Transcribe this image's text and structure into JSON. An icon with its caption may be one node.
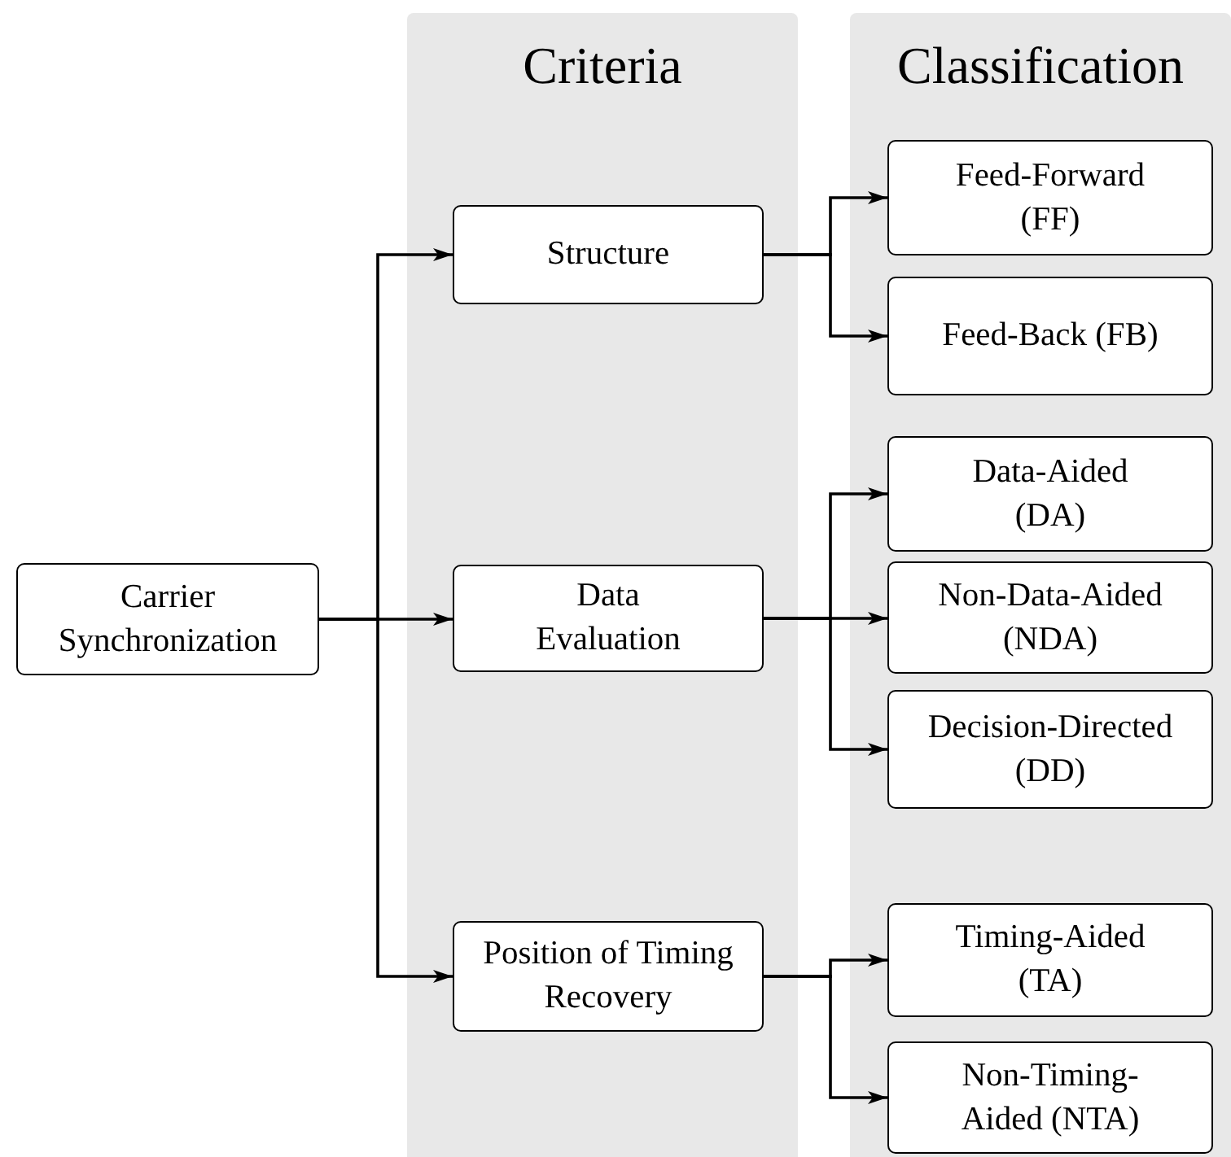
{
  "diagram": {
    "nodes": [
      {
        "text": [
          "Carrier Synchronization"
        ]
      },
      {
        "text": [
          "Criteria"
        ]
      },
      {
        "text": [
          "Structure"
        ],
        "in": 1
      },
      {
        "text": [
          "Data Evaluation"
        ],
        "in": 1
      },
      {
        "text": [
          "Position of Timing Recovery"
        ],
        "in": 1
      },
      {
        "text": [
          "Classification"
        ]
      },
      {
        "text": [
          "Feed-Forward (FF)"
        ],
        "in": 5
      },
      {
        "text": [
          "Feed-Back (FB)"
        ],
        "in": 5
      },
      {
        "text": [
          "Data-Aided (DA)"
        ],
        "in": 5
      },
      {
        "text": [
          "Non-Data-Aided (NDA)"
        ],
        "in": 5
      },
      {
        "text": [
          "Decision-Directed (DD)"
        ],
        "in": 5
      },
      {
        "text": [
          "Timing-Aided (TA)"
        ],
        "in": 5
      },
      {
        "text": [
          "Non-Timing-Aided (NTA)"
        ],
        "in": 5
      }
    ],
    "edges": [
      {
        "from": 0,
        "to": 2,
        "arrow": "to"
      },
      {
        "from": 0,
        "to": 3,
        "arrow": "to"
      },
      {
        "from": 0,
        "to": 4,
        "arrow": "to"
      },
      {
        "from": 2,
        "to": 6,
        "arrow": "to"
      },
      {
        "from": 2,
        "to": 7,
        "arrow": "to"
      },
      {
        "from": 3,
        "to": 8,
        "arrow": "to"
      },
      {
        "from": 3,
        "to": 9,
        "arrow": "to"
      },
      {
        "from": 3,
        "to": 10,
        "arrow": "to"
      },
      {
        "from": 4,
        "to": 11,
        "arrow": "to"
      },
      {
        "from": 4,
        "to": 12,
        "arrow": "to"
      }
    ]
  }
}
